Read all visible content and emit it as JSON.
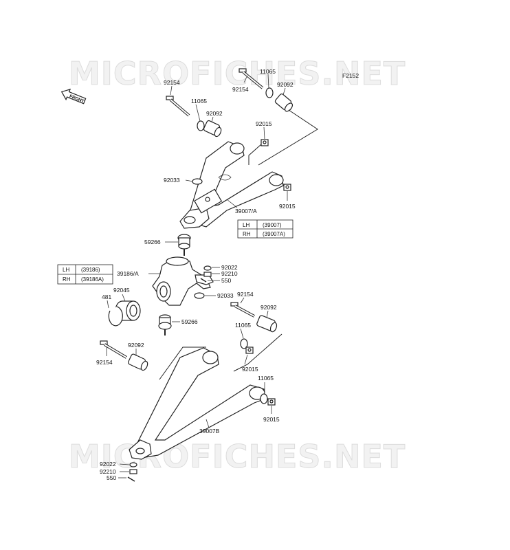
{
  "watermark": {
    "top": "MICROFICHES.NET",
    "bottom": "MICROFICHES.NET"
  },
  "figure_code": "F2152",
  "front_label": "FRONT",
  "labels": {
    "p92154_ul": "92154",
    "p11065_ul": "11065",
    "p92092_ul": "92092",
    "p11065_ur": "11065",
    "p92154_ur": "92154",
    "p92092_ur": "92092",
    "p92015_u1": "92015",
    "p92033_u": "92033",
    "p39007A": "39007/A",
    "p92015_u2": "92015",
    "p59266_u": "59266",
    "p39186A": "39186/A",
    "p92022_k": "92022",
    "p92210_k": "92210",
    "p550_k": "550",
    "p92045": "92045",
    "p481": "481",
    "p92033_k": "92033",
    "p92154_lr": "92154",
    "p92092_lr": "92092",
    "p11065_lr1": "11065",
    "p59266_l": "59266",
    "p92092_ll": "92092",
    "p92154_ll": "92154",
    "p92015_l1": "92015",
    "p11065_lr2": "11065",
    "p92015_l2": "92015",
    "p39007B": "39007B",
    "p92022_b": "92022",
    "p92210_b": "92210",
    "p550_b": "550"
  },
  "table_arm": [
    {
      "side": "LH",
      "code": "(39007)"
    },
    {
      "side": "RH",
      "code": "(39007A)"
    }
  ],
  "table_knuckle": [
    {
      "side": "LH",
      "code": "(39186)"
    },
    {
      "side": "RH",
      "code": "(39186A)"
    }
  ]
}
